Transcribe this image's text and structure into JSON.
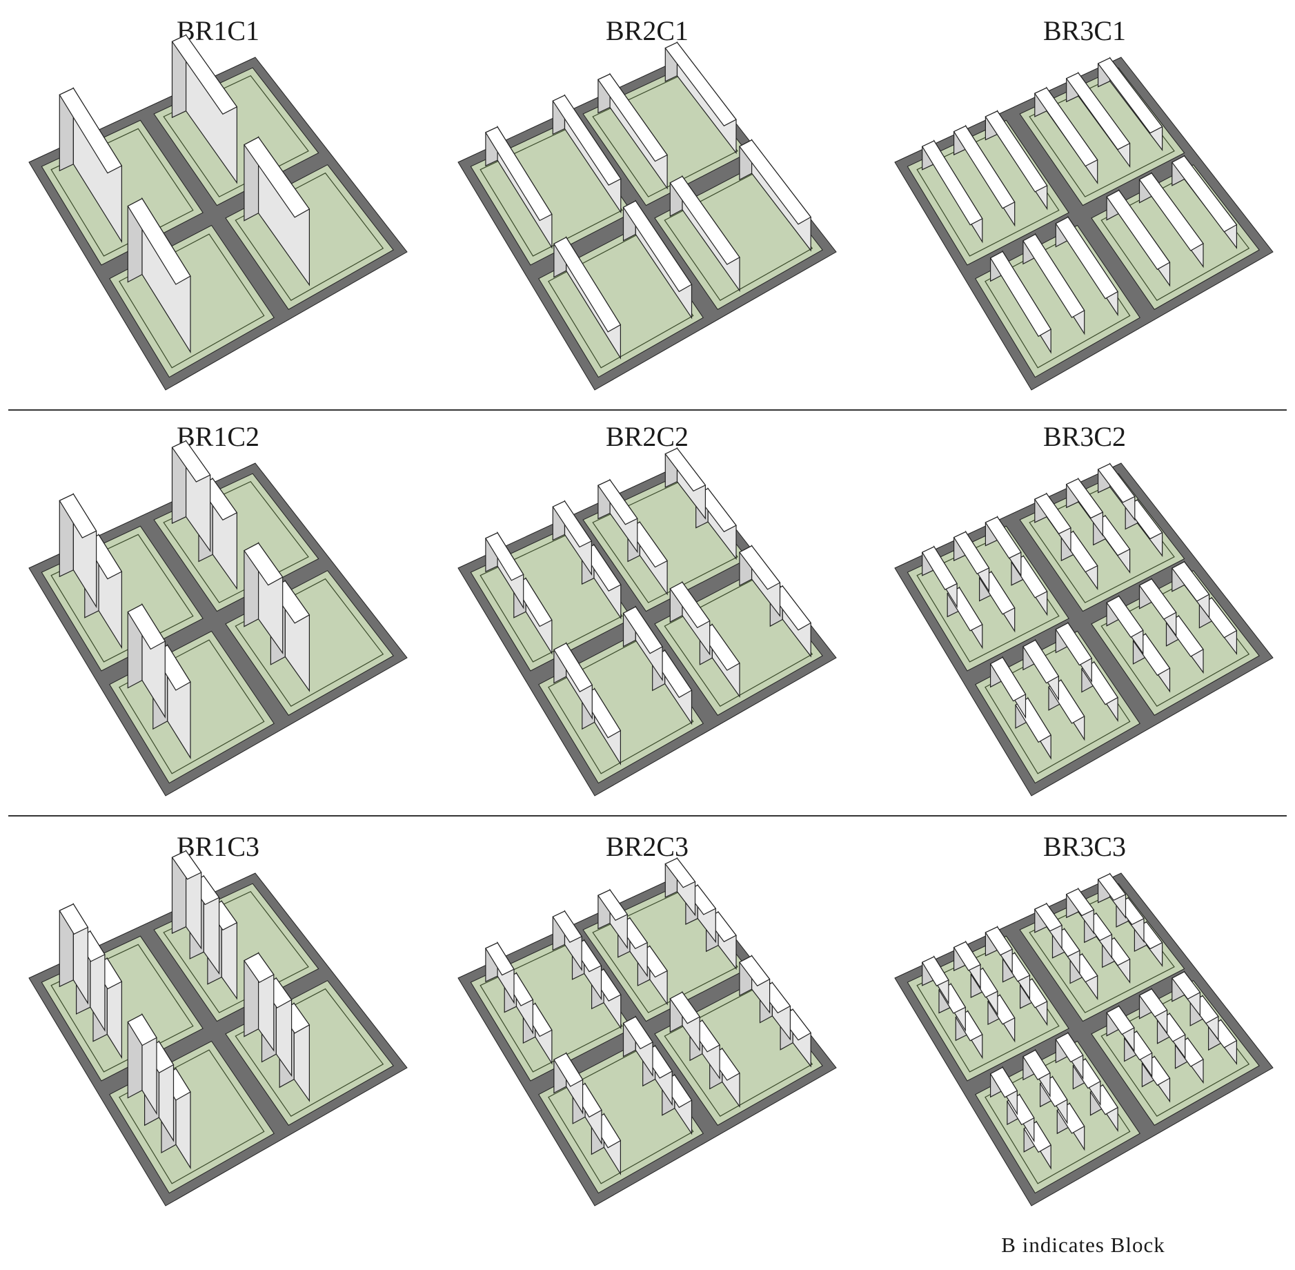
{
  "figure": {
    "panels": [
      {
        "label": "BR1C1",
        "block_ratio": 1,
        "clusters": 1
      },
      {
        "label": "BR2C1",
        "block_ratio": 2,
        "clusters": 1
      },
      {
        "label": "BR3C1",
        "block_ratio": 3,
        "clusters": 1
      },
      {
        "label": "BR1C2",
        "block_ratio": 1,
        "clusters": 2
      },
      {
        "label": "BR2C2",
        "block_ratio": 2,
        "clusters": 2
      },
      {
        "label": "BR3C2",
        "block_ratio": 3,
        "clusters": 2
      },
      {
        "label": "BR1C3",
        "block_ratio": 1,
        "clusters": 3
      },
      {
        "label": "BR2C3",
        "block_ratio": 2,
        "clusters": 3
      },
      {
        "label": "BR3C3",
        "block_ratio": 3,
        "clusters": 3
      }
    ],
    "note": "B indicates Block",
    "colors": {
      "road": "#6f6f6f",
      "plot": "#c5d3b4",
      "plot_line": "#3a4a2a",
      "building_front": "#cfcfcf",
      "building_side": "#e6e6e6",
      "building_top": "#ffffff",
      "edge": "#222222",
      "divider": "#333333"
    }
  }
}
